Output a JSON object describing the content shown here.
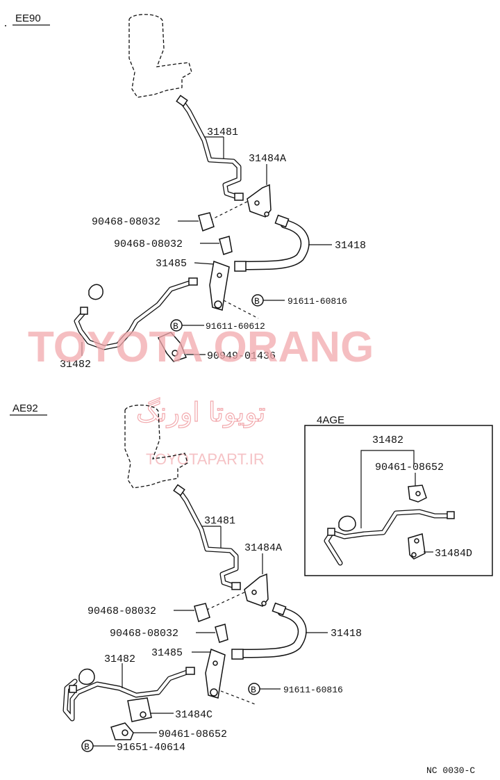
{
  "sections": {
    "ee90": {
      "title": "EE90"
    },
    "ae92": {
      "title": "AE92"
    },
    "inset": {
      "title": "4AGE"
    }
  },
  "ee90_labels": {
    "p31481": "31481",
    "p31484a": "31484A",
    "p90468_1": "90468-08032",
    "p90468_2": "90468-08032",
    "p31418": "31418",
    "p31485": "31485",
    "p91611_60816": "91611-60816",
    "p91611_60612": "91611-60612",
    "p90949": "90949-01436",
    "p31482": "31482",
    "b1": "B",
    "b2": "B"
  },
  "ae92_labels": {
    "p31481": "31481",
    "p31484a": "31484A",
    "p90468_1": "90468-08032",
    "p90468_2": "90468-08032",
    "p31418": "31418",
    "p31482": "31482",
    "p31485": "31485",
    "p91611_60816": "91611-60816",
    "p31484c": "31484C",
    "p90461": "90461-08652",
    "p91651": "91651-40614",
    "b1": "B",
    "b2": "B"
  },
  "inset_labels": {
    "p31482": "31482",
    "p90461": "90461-08652",
    "p31484d": "31484D"
  },
  "watermark": {
    "brand": "TOYOTA ORANG",
    "farsi": "تویوتا اورنگ",
    "url": "TOYOTAPART.IR"
  },
  "footer": {
    "code": "NC  0030-C"
  }
}
